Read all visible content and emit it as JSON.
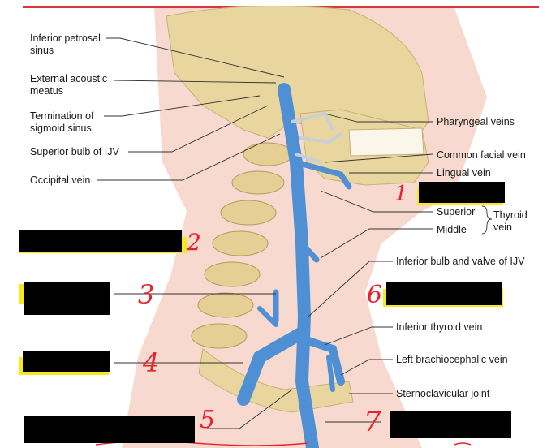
{
  "labels": {
    "inferior_petrosal_sinus": "Inferior petrosal\nsinus",
    "external_acoustic_meatus": "External acoustic\nmeatus",
    "termination_sigmoid_sinus": "Termination of\nsigmoid sinus",
    "superior_bulb_ijv": "Superior bulb of IJV",
    "occipital_vein": "Occipital vein",
    "pharyngeal_veins": "Pharyngeal veins",
    "common_facial_vein": "Common facial vein",
    "lingual_vein": "Lingual vein",
    "superior": "Superior",
    "middle": "Middle",
    "thyroid_vein": "Thyroid\nvein",
    "inferior_bulb_valve": "Inferior bulb and valve of IJV",
    "inferior_thyroid_vein": "Inferior thyroid vein",
    "left_brachiocephalic_vein": "Left brachiocephalic vein",
    "sternoclavicular_joint": "Sternoclavicular joint"
  },
  "annotations": {
    "n1": "1",
    "n2": "2",
    "n3": "3",
    "n4": "4",
    "n5": "5",
    "n6": "6",
    "n7": "7"
  },
  "colors": {
    "vein": "#4f8fd3",
    "bone": "#e9d59e",
    "skin": "#f7d9cf",
    "annotation": "#e8232e",
    "highlight": "#f6ea1c",
    "redaction": "#000000"
  }
}
